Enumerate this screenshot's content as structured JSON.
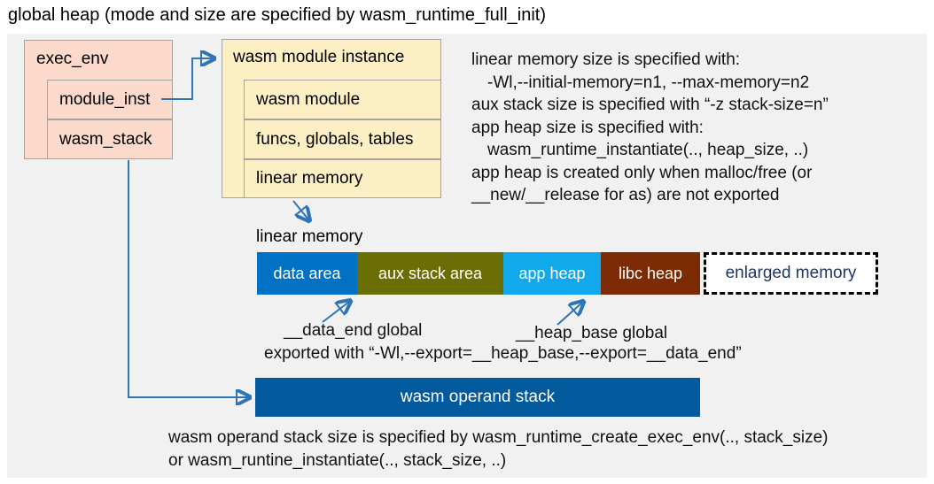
{
  "title": "global heap (mode and size are specified by wasm_runtime_full_init)",
  "exec_env_box": {
    "header": "exec_env",
    "rows": [
      {
        "label": "module_inst"
      },
      {
        "label": "wasm_stack"
      }
    ]
  },
  "module_instance_box": {
    "header": "wasm module instance",
    "rows": [
      {
        "label": "wasm module"
      },
      {
        "label": "funcs, globals, tables"
      },
      {
        "label": "linear memory"
      }
    ]
  },
  "right_notes": {
    "lines": [
      {
        "text": "linear memory size is specified with:"
      },
      {
        "text": "-Wl,--initial-memory=n1, --max-memory=n2"
      },
      {
        "text": "aux stack size is specified with “-z stack-size=n”"
      },
      {
        "text": "app heap size is specified with:"
      },
      {
        "text": "wasm_runtime_instantiate(.., heap_size, ..)"
      },
      {
        "text": "app heap is created only when malloc/free (or"
      },
      {
        "text": "__new/__release for as) are not exported"
      }
    ]
  },
  "linear_memory": {
    "label": "linear memory",
    "segments": [
      {
        "label": "data area",
        "color": "#0071c5"
      },
      {
        "label": "aux stack area",
        "color": "#6b6e04"
      },
      {
        "label": "app heap",
        "color": "#12a9ec"
      },
      {
        "label": "libc heap",
        "color": "#7d2b05"
      }
    ],
    "enlarged": {
      "label": "enlarged memory",
      "text_color": "#1e355f"
    }
  },
  "annotations": {
    "data_end": "__data_end global",
    "heap_base": "__heap_base global",
    "exported": "exported with “-Wl,--export=__heap_base,--export=__data_end”"
  },
  "operand_stack": {
    "label": "wasm operand stack",
    "color": "#035a9d"
  },
  "bottom_caption": {
    "line1": "wasm operand stack size is specified by wasm_runtime_create_exec_env(.., stack_size)",
    "line2": "or wasm_runtine_instantiate(.., stack_size, ..)"
  },
  "colors": {
    "panel_gray": "#f1f1f1",
    "box_pink": "#fbd9cb",
    "box_cream": "#fcefc4",
    "arrow_blue": "#2e75b6"
  }
}
